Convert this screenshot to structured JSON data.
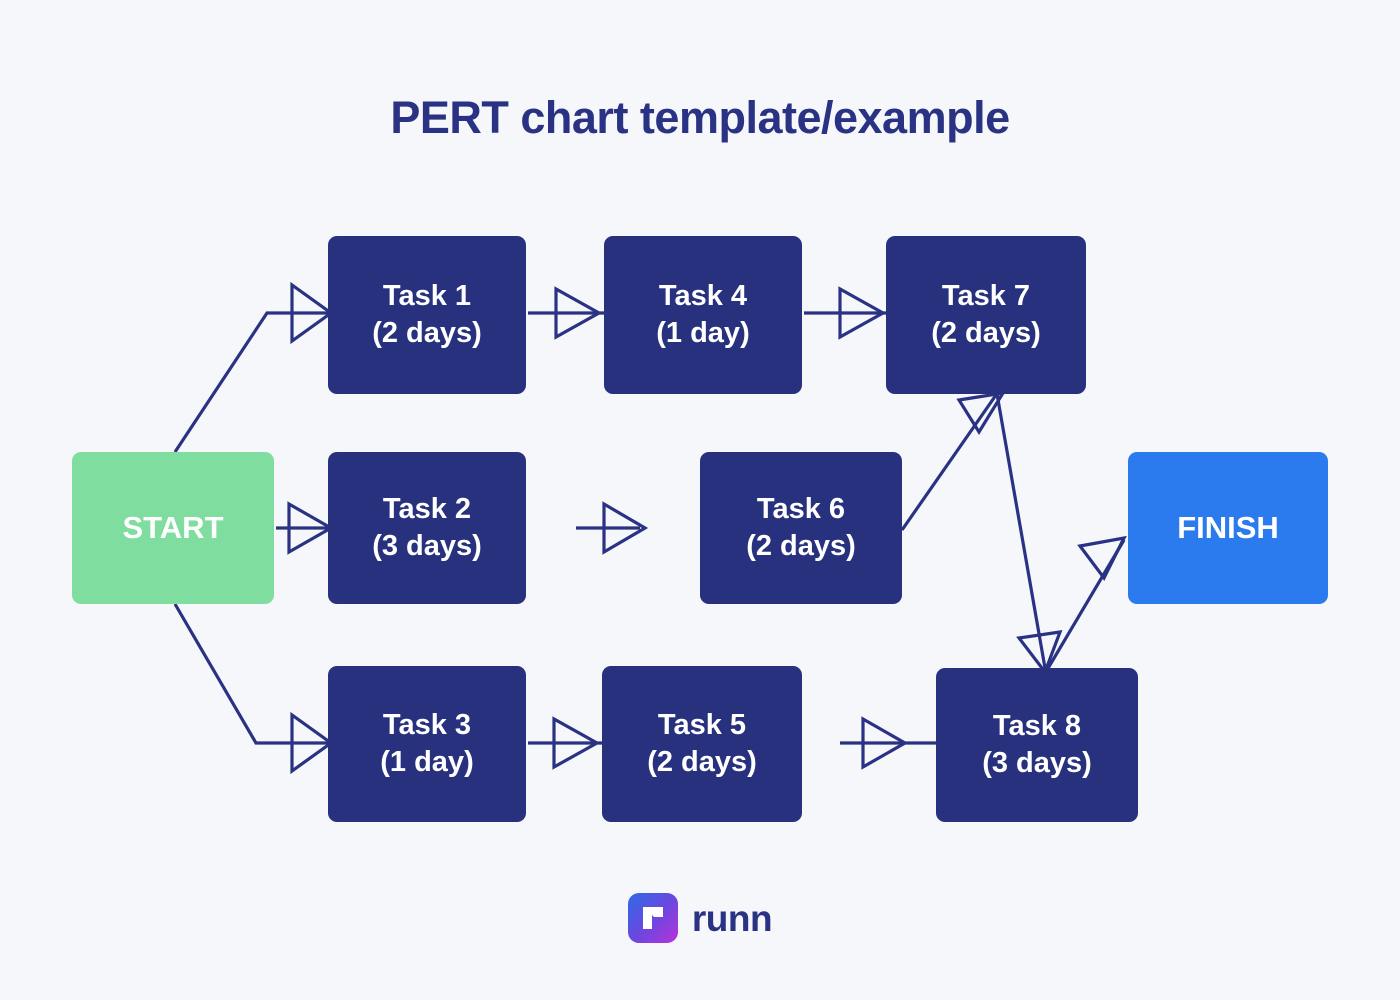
{
  "page": {
    "title": "PERT chart template/example",
    "background_color": "#F5F7FA"
  },
  "colors": {
    "title": "#2A3283",
    "task_fill": "#27317E",
    "start_fill": "#7FDDA0",
    "finish_fill": "#2B7BEF",
    "node_text": "#FFFFFF",
    "edge_stroke": "#2A3283",
    "logo_word": "#2A3283"
  },
  "chart_data": {
    "type": "diagram",
    "title": "PERT chart template/example",
    "nodes": [
      {
        "id": "start",
        "label": "START",
        "line1": "START",
        "line2": "",
        "kind": "terminator",
        "duration_days": null,
        "color": "#7FDDA0"
      },
      {
        "id": "task1",
        "label": "Task 1 (2 days)",
        "line1": "Task 1",
        "line2": "(2 days)",
        "kind": "task",
        "duration_days": 2,
        "color": "#27317E"
      },
      {
        "id": "task2",
        "label": "Task 2 (3 days)",
        "line1": "Task 2",
        "line2": "(3 days)",
        "kind": "task",
        "duration_days": 3,
        "color": "#27317E"
      },
      {
        "id": "task3",
        "label": "Task 3 (1 day)",
        "line1": "Task 3",
        "line2": "(1 day)",
        "kind": "task",
        "duration_days": 1,
        "color": "#27317E"
      },
      {
        "id": "task4",
        "label": "Task 4 (1 day)",
        "line1": "Task 4",
        "line2": "(1 day)",
        "kind": "task",
        "duration_days": 1,
        "color": "#27317E"
      },
      {
        "id": "task5",
        "label": "Task 5 (2 days)",
        "line1": "Task 5",
        "line2": "(2 days)",
        "kind": "task",
        "duration_days": 2,
        "color": "#27317E"
      },
      {
        "id": "task6",
        "label": "Task 6 (2 days)",
        "line1": "Task 6",
        "line2": "(2 days)",
        "kind": "task",
        "duration_days": 2,
        "color": "#27317E"
      },
      {
        "id": "task7",
        "label": "Task 7 (2 days)",
        "line1": "Task 7",
        "line2": "(2 days)",
        "kind": "task",
        "duration_days": 2,
        "color": "#27317E"
      },
      {
        "id": "task8",
        "label": "Task 8 (3 days)",
        "line1": "Task 8",
        "line2": "(3 days)",
        "kind": "task",
        "duration_days": 3,
        "color": "#27317E"
      },
      {
        "id": "finish",
        "label": "FINISH",
        "line1": "FINISH",
        "line2": "",
        "kind": "terminator",
        "duration_days": null,
        "color": "#2B7BEF"
      }
    ],
    "edges": [
      {
        "from": "start",
        "to": "task1"
      },
      {
        "from": "start",
        "to": "task2"
      },
      {
        "from": "start",
        "to": "task3"
      },
      {
        "from": "task1",
        "to": "task4"
      },
      {
        "from": "task4",
        "to": "task7"
      },
      {
        "from": "task2",
        "to": "task6"
      },
      {
        "from": "task6",
        "to": "task7"
      },
      {
        "from": "task3",
        "to": "task5"
      },
      {
        "from": "task5",
        "to": "task8"
      },
      {
        "from": "task7",
        "to": "task8"
      },
      {
        "from": "task8",
        "to": "finish"
      }
    ]
  },
  "footer": {
    "logo_word": "runn",
    "logo_mark_name": "runn-logo-mark"
  }
}
